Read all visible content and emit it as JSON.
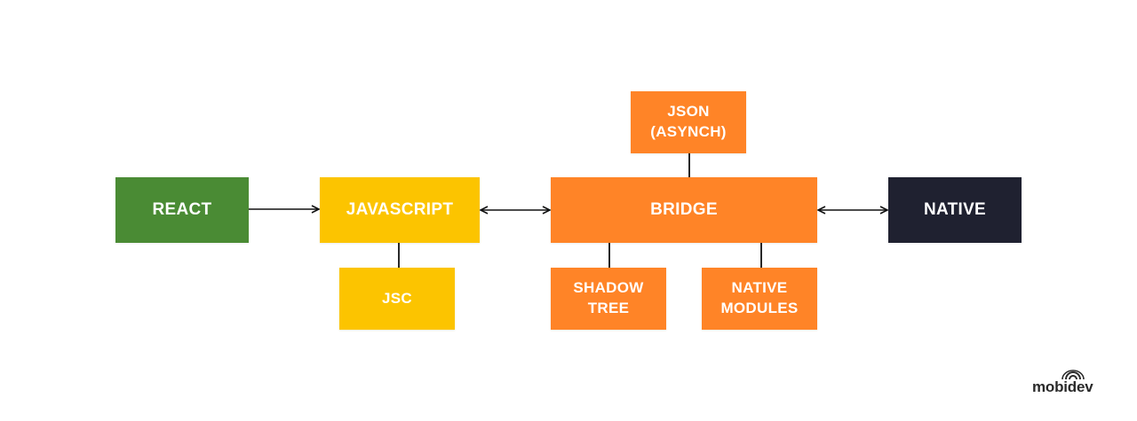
{
  "diagram": {
    "nodes": {
      "react": {
        "label": "REACT",
        "color": "#4a8b34"
      },
      "javascript": {
        "label": "JAVASCRIPT",
        "color": "#fcc400"
      },
      "bridge": {
        "label": "BRIDGE",
        "color": "#ff8427"
      },
      "native": {
        "label": "NATIVE",
        "color": "#1f2130"
      },
      "json": {
        "label": "JSON\n(ASYNCH)",
        "color": "#ff8427"
      },
      "jsc": {
        "label": "JSC",
        "color": "#fcc400"
      },
      "shadow_tree": {
        "label": "SHADOW\nTREE",
        "color": "#ff8427"
      },
      "native_modules": {
        "label": "NATIVE\nMODULES",
        "color": "#ff8427"
      }
    },
    "edges": [
      {
        "from": "react",
        "to": "javascript",
        "type": "arrow"
      },
      {
        "from": "javascript",
        "to": "bridge",
        "type": "double-arrow"
      },
      {
        "from": "bridge",
        "to": "native",
        "type": "double-arrow"
      },
      {
        "from": "json",
        "to": "bridge",
        "type": "line"
      },
      {
        "from": "javascript",
        "to": "jsc",
        "type": "line"
      },
      {
        "from": "bridge",
        "to": "shadow_tree",
        "type": "line"
      },
      {
        "from": "bridge",
        "to": "native_modules",
        "type": "line"
      }
    ],
    "line_color": "#111111"
  },
  "logo": {
    "text": "mobidev",
    "icon": "signal-waves-icon",
    "color": "#2a2a2a"
  }
}
